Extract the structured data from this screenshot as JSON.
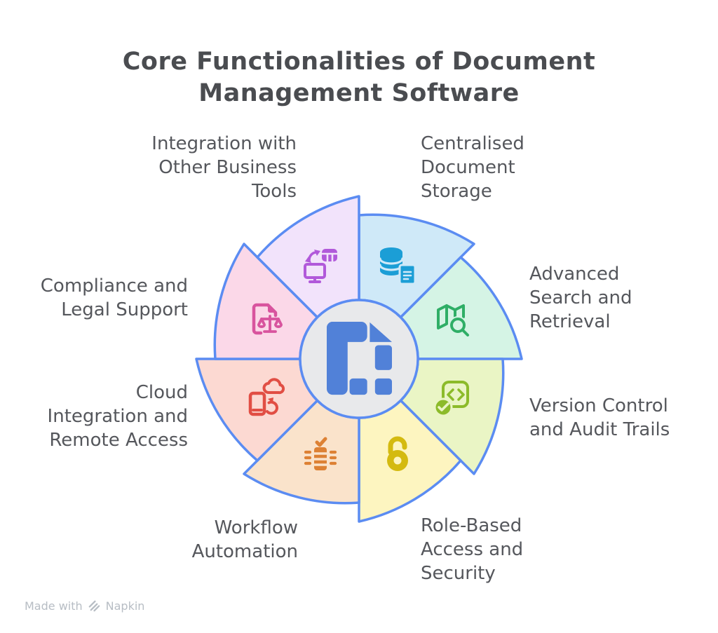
{
  "title": {
    "text": "Core Functionalities of Document\nManagement Software"
  },
  "diagram": {
    "outline_color": "#5b8cf2",
    "hub": {
      "fill": "#e8e9eb",
      "logo_color": "#5181d8"
    },
    "segments": [
      {
        "label": "Centralised\nDocument\nStorage",
        "fill": "#cfe9f8",
        "icon_color": "#1b9ed6",
        "icon": "database-icon"
      },
      {
        "label": "Advanced\nSearch and\nRetrieval",
        "fill": "#d5f4e5",
        "icon_color": "#2fae66",
        "icon": "map-search-icon"
      },
      {
        "label": "Version Control\nand Audit Trails",
        "fill": "#eaf5c5",
        "icon_color": "#8cbb2a",
        "icon": "code-check-icon"
      },
      {
        "label": "Role-Based\nAccess and\nSecurity",
        "fill": "#fdf5c0",
        "icon_color": "#d4ba10",
        "icon": "open-lock-icon"
      },
      {
        "label": "Workflow\nAutomation",
        "fill": "#fae3cb",
        "icon_color": "#dd8134",
        "icon": "process-check-icon"
      },
      {
        "label": "Cloud\nIntegration and\nRemote Access",
        "fill": "#fcd9d2",
        "icon_color": "#e14e44",
        "icon": "phone-cloud-sync-icon"
      },
      {
        "label": "Compliance and\nLegal Support",
        "fill": "#fbd8e8",
        "icon_color": "#d8549e",
        "icon": "document-scales-icon"
      },
      {
        "label": "Integration with\nOther Business\nTools",
        "fill": "#f2e3fb",
        "icon_color": "#b159da",
        "icon": "screen-table-sync-icon"
      }
    ]
  },
  "footer": {
    "text": "Made with",
    "brand": "Napkin"
  }
}
